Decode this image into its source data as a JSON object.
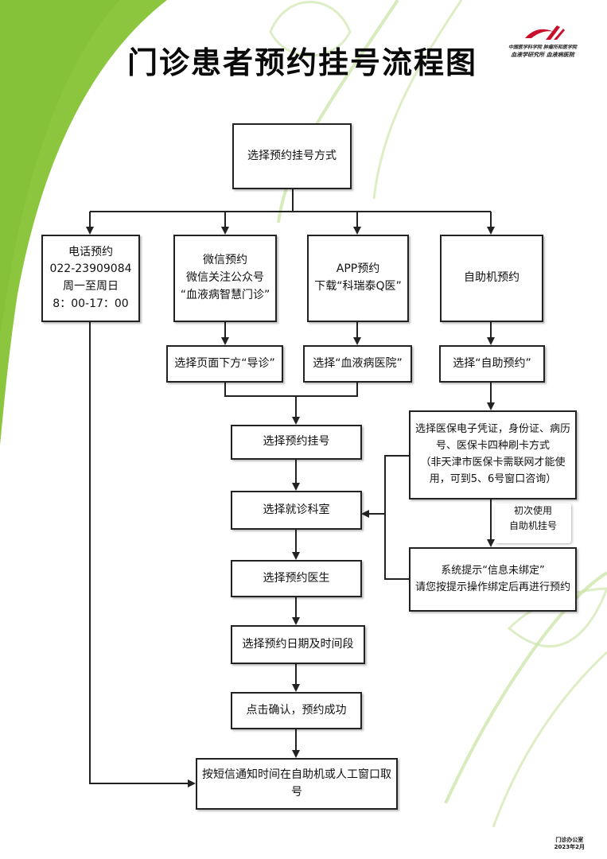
{
  "header": {
    "title": "门诊患者预约挂号流程图",
    "logo_line1": "中国医学科学院 肿瘤所和医学院",
    "logo_line2": "血液学研究所 血液病医院"
  },
  "boxes": {
    "start": [
      "选择预约挂号方式"
    ],
    "phone": [
      "电话预约",
      "022-23909084",
      "周一至周日",
      "8：00-17：00"
    ],
    "wechat": [
      "微信预约",
      "微信关注公众号",
      "“血液病智慧门诊”"
    ],
    "app": [
      "APP预约",
      "下载“科瑞泰Q医”"
    ],
    "kiosk": [
      "自助机预约"
    ],
    "wechat_step": [
      "选择页面下方“导诊”"
    ],
    "app_step": [
      "选择“血液病医院”"
    ],
    "kiosk_step": [
      "选择“自助预约”"
    ],
    "select_reg": [
      "选择预约挂号"
    ],
    "card": [
      "选择医保电子凭证，身份证、病历",
      "号、医保卡四种刷卡方式",
      "（非天津市医保卡需联网才能使",
      "用，可到5、6号窗口咨询）"
    ],
    "dept": [
      "选择就诊科室"
    ],
    "doctor": [
      "选择预约医生"
    ],
    "datetime": [
      "选择预约日期及时间段"
    ],
    "confirm": [
      "点击确认，预约成功"
    ],
    "unbound": [
      "系统提示“信息未绑定”",
      "请您按提示操作绑定后再进行预约"
    ],
    "final": [
      "按短信通知时间在自助机或人工窗口取号"
    ]
  },
  "note": [
    "初次使用",
    "自助机挂号"
  ],
  "footer": [
    "门诊办公室",
    "2023年2月"
  ],
  "colors": {
    "leaf_green": "#8cc63f",
    "leaf_light": "#c7e3a0",
    "line": "#222222",
    "logo_red": "#c8102e"
  }
}
